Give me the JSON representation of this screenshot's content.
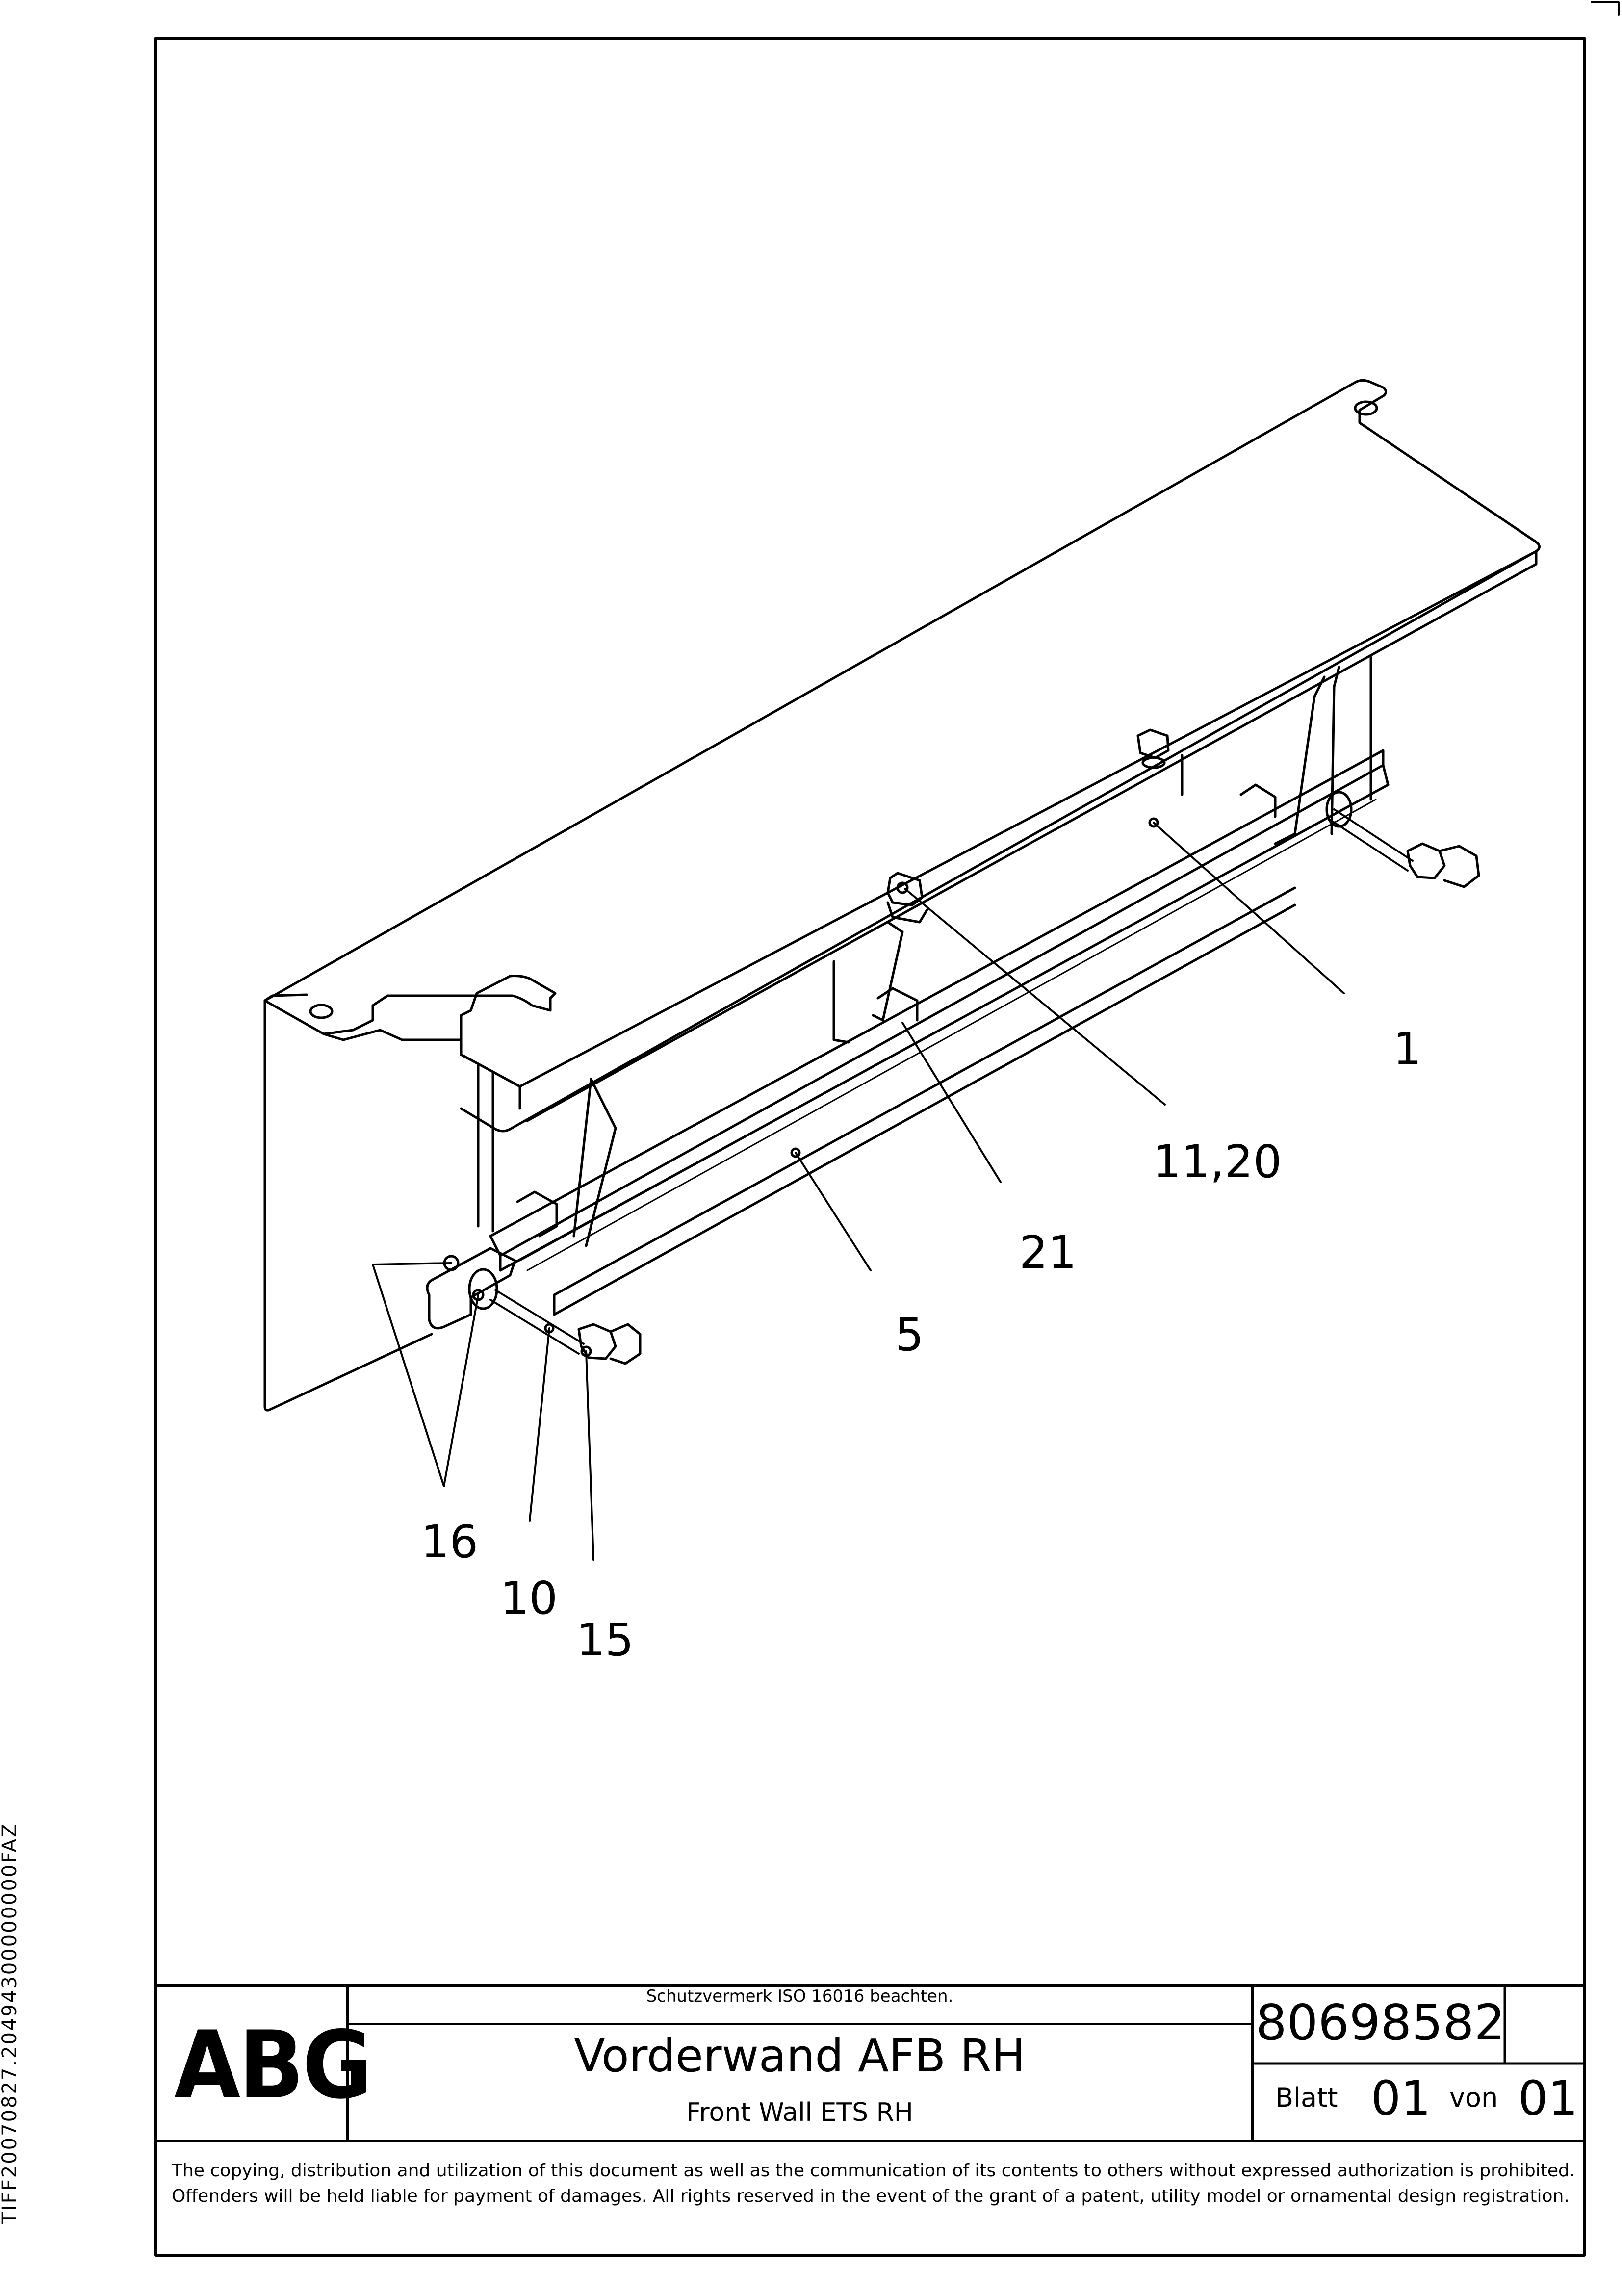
{
  "side_code": "TIFF20070827.20494300000000FAZ",
  "callouts": {
    "c1": "1",
    "c11_20": "11,20",
    "c21": "21",
    "c5": "5",
    "c16": "16",
    "c10": "10",
    "c15": "15"
  },
  "title_block": {
    "logo": "ABG",
    "note": "Schutzvermerk ISO 16016 beachten.",
    "title_de": "Vorderwand AFB RH",
    "title_en": "Front Wall ETS RH",
    "part_number": "80698582",
    "sheet_label": "Blatt",
    "sheet_number": "01",
    "of_label": "von",
    "sheet_total": "01"
  },
  "copyright": "The copying, distribution and utilization of this document as well as the communication of its contents to others without expressed authorization is prohibited. Offenders will be held liable for payment of damages. All rights reserved in the event of the grant of a patent, utility model or ornamental design registration."
}
